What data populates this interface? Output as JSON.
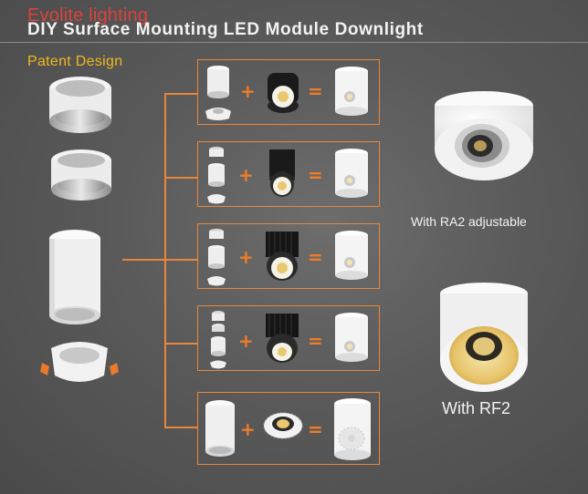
{
  "watermark": "Evolite lighting",
  "header": {
    "title": "DIY  Surface Mounting LED Module Downlight",
    "subtitle": "Patent Design"
  },
  "operators": {
    "plus": "+",
    "equals": "="
  },
  "variants": [
    {
      "id": "row-1"
    },
    {
      "id": "row-2"
    },
    {
      "id": "row-3"
    },
    {
      "id": "row-4"
    },
    {
      "id": "row-5"
    }
  ],
  "captions": {
    "ra2": "With RA2 adjustable",
    "rf2": "With RF2"
  },
  "colors": {
    "accent_line": "#e8873c",
    "subtitle": "#f0b81c",
    "watermark": "#e8413a",
    "background": "#5a5a5a"
  }
}
